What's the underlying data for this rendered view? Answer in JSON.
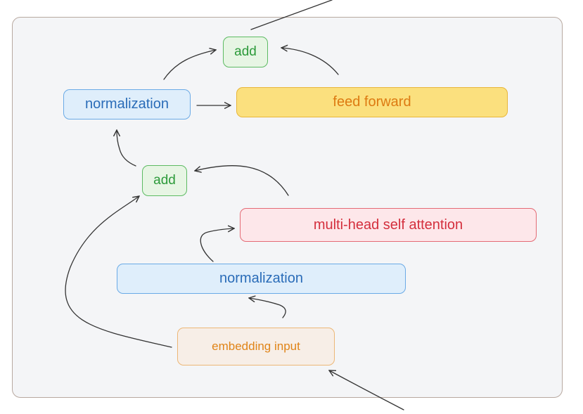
{
  "nodes": {
    "add_top": "add",
    "norm_top": "normalization",
    "feed_forward": "feed forward",
    "add_mid": "add",
    "mhsa": "multi-head self attention",
    "norm_bottom": "normalization",
    "embedding": "embedding input"
  },
  "colors": {
    "green": "#5dbb63",
    "blue": "#6aaae6",
    "yellow": "#fbe07e",
    "red": "#e46a75",
    "tan": "#ecb776",
    "arrow": "#333333"
  }
}
